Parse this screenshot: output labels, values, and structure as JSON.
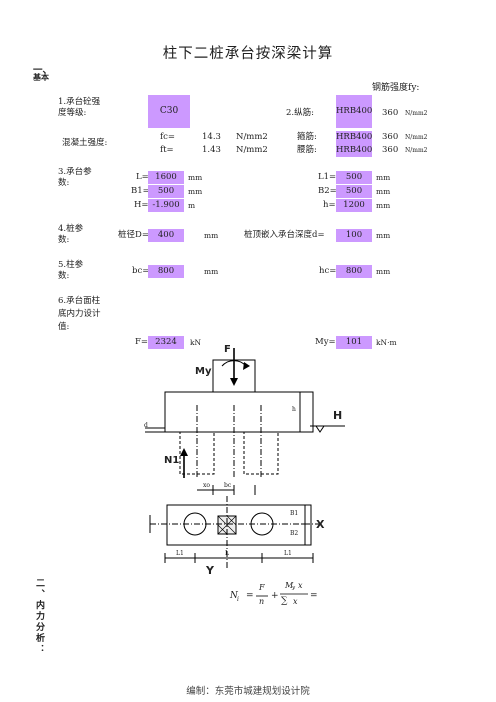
{
  "title": "柱下二桩承台按深梁计算",
  "section1": {
    "label": "一、",
    "sub": "基本"
  },
  "steel_strength_label": "钢筋强度fy:",
  "item1": {
    "label": "1.承台砼强度等级:",
    "grade": "C30",
    "concrete_strength_label": "混凝土强度:",
    "fc_label": "fc=",
    "fc_value": "14.3",
    "fc_unit": "N/mm2",
    "ft_label": "ft=",
    "ft_value": "1.43",
    "ft_unit": "N/mm2"
  },
  "item2": {
    "label": "2.纵筋:",
    "grade": "HRB400",
    "fy": "360",
    "unit": "N/mm2",
    "stirrup_label": "箍筋:",
    "stirrup_grade": "HRB400",
    "stirrup_fy": "360",
    "stirrup_unit": "N/mm2",
    "waist_label": "腰筋:",
    "waist_grade": "HRB400",
    "waist_fy": "360",
    "waist_unit": "N/mm2"
  },
  "item3": {
    "label": "3.承台参数:",
    "L_label": "L=",
    "L_value": "1600",
    "L_unit": "mm",
    "B1_label": "B1=",
    "B1_value": "500",
    "B1_unit": "mm",
    "H_label": "H=",
    "H_value": "-1.900",
    "H_unit": "m",
    "L1_label": "L1=",
    "L1_value": "500",
    "L1_unit": "mm",
    "B2_label": "B2=",
    "B2_value": "500",
    "B2_unit": "mm",
    "h_label": "h=",
    "h_value": "1200",
    "h_unit": "mm"
  },
  "item4": {
    "label": "4.桩参数:",
    "D_label": "桩径D=",
    "D_value": "400",
    "D_unit": "mm",
    "d_label": "桩顶嵌入承台深度d=",
    "d_value": "100",
    "d_unit": "mm"
  },
  "item5": {
    "label": "5.柱参数:",
    "bc_label": "bc=",
    "bc_value": "800",
    "bc_unit": "mm",
    "hc_label": "hc=",
    "hc_value": "800",
    "hc_unit": "mm"
  },
  "item6": {
    "label": "6.承台面柱底内力设计值:",
    "F_label": "F=",
    "F_value": "2324",
    "F_unit": "kN",
    "My_label": "My=",
    "My_value": "101",
    "My_unit": "kN·m"
  },
  "diagram": {
    "F": "F",
    "My": "My",
    "H": "H",
    "h": "h",
    "N1": "N1",
    "xo": "xo",
    "bc": "bc",
    "d": "d",
    "B1": "B1",
    "B2": "B2",
    "X": "X",
    "Y": "Y",
    "L1a": "L1",
    "L": "L",
    "L1b": "L1"
  },
  "section2": {
    "label": "二、内力分析："
  },
  "formula": {
    "Ni": "N",
    "i": "i",
    "eq": "=",
    "F": "F",
    "n": "n",
    "plus": "+",
    "My": "M",
    "y": "y",
    "xi": "x",
    "sum": "∑",
    "xi2": "x",
    "tail": "="
  },
  "footer": "编制：东莞市城建规划设计院"
}
